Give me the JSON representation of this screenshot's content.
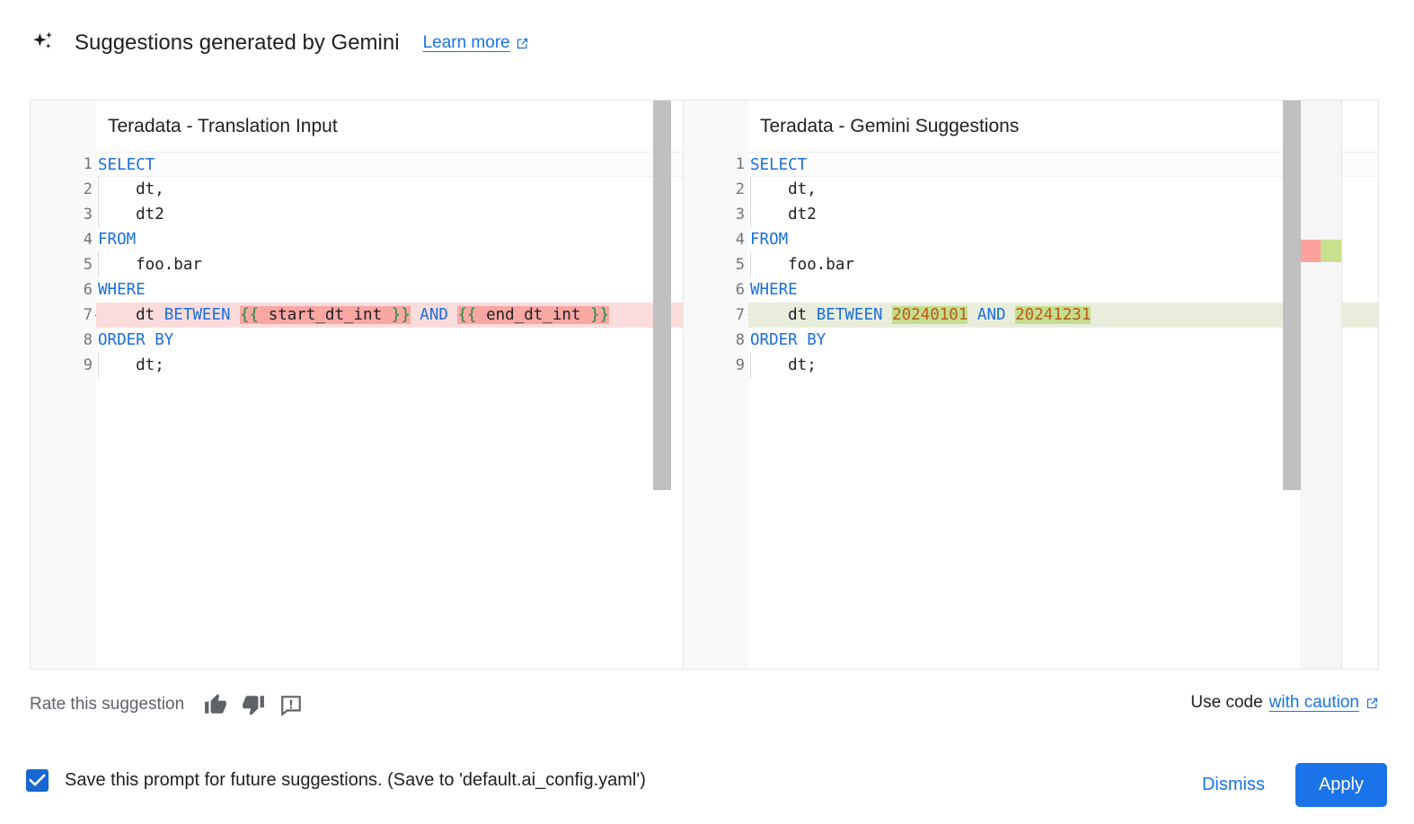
{
  "header": {
    "icon": "sparkle-icon",
    "title": "Suggestions generated by Gemini",
    "learn_more": "Learn more",
    "external_icon": "external-link-icon"
  },
  "diff": {
    "left": {
      "title": "Teradata - Translation Input",
      "lines": [
        {
          "n": "1",
          "sign": "",
          "state": "cur",
          "tokens": [
            {
              "t": "SELECT",
              "c": "kw"
            }
          ]
        },
        {
          "n": "2",
          "sign": "",
          "state": "normal",
          "indent": true,
          "tokens": [
            {
              "t": "    dt,",
              "c": "var"
            }
          ]
        },
        {
          "n": "3",
          "sign": "",
          "state": "normal",
          "indent": true,
          "tokens": [
            {
              "t": "    dt2",
              "c": "var"
            }
          ]
        },
        {
          "n": "4",
          "sign": "",
          "state": "normal",
          "tokens": [
            {
              "t": "FROM",
              "c": "kw"
            }
          ]
        },
        {
          "n": "5",
          "sign": "",
          "state": "normal",
          "indent": true,
          "tokens": [
            {
              "t": "    foo.bar",
              "c": "var"
            }
          ]
        },
        {
          "n": "6",
          "sign": "",
          "state": "normal",
          "tokens": [
            {
              "t": "WHERE",
              "c": "kw"
            }
          ]
        },
        {
          "n": "7",
          "sign": "—",
          "state": "del",
          "tokens": [
            {
              "t": "    dt ",
              "c": "var"
            },
            {
              "t": "BETWEEN",
              "c": "kw"
            },
            {
              "t": " ",
              "c": "var"
            },
            {
              "t": "{{",
              "c": "brace hl-del"
            },
            {
              "t": " start_dt_int ",
              "c": "var hl-del"
            },
            {
              "t": "}}",
              "c": "brace hl-del"
            },
            {
              "t": " ",
              "c": "var"
            },
            {
              "t": "AND",
              "c": "kw"
            },
            {
              "t": " ",
              "c": "var"
            },
            {
              "t": "{{",
              "c": "brace hl-del"
            },
            {
              "t": " end_dt_int ",
              "c": "var hl-del"
            },
            {
              "t": "}}",
              "c": "brace hl-del"
            }
          ]
        },
        {
          "n": "8",
          "sign": "",
          "state": "normal",
          "tokens": [
            {
              "t": "ORDER BY",
              "c": "kw"
            }
          ]
        },
        {
          "n": "9",
          "sign": "",
          "state": "normal",
          "indent": true,
          "tokens": [
            {
              "t": "    dt;",
              "c": "var"
            }
          ]
        }
      ]
    },
    "right": {
      "title": "Teradata - Gemini Suggestions",
      "lines": [
        {
          "n": "1",
          "sign": "",
          "state": "cur",
          "tokens": [
            {
              "t": "SELECT",
              "c": "kw"
            }
          ]
        },
        {
          "n": "2",
          "sign": "",
          "state": "normal",
          "indent": true,
          "tokens": [
            {
              "t": "    dt,",
              "c": "var"
            }
          ]
        },
        {
          "n": "3",
          "sign": "",
          "state": "normal",
          "indent": true,
          "tokens": [
            {
              "t": "    dt2",
              "c": "var"
            }
          ]
        },
        {
          "n": "4",
          "sign": "",
          "state": "normal",
          "tokens": [
            {
              "t": "FROM",
              "c": "kw"
            }
          ]
        },
        {
          "n": "5",
          "sign": "",
          "state": "normal",
          "indent": true,
          "tokens": [
            {
              "t": "    foo.bar",
              "c": "var"
            }
          ]
        },
        {
          "n": "6",
          "sign": "",
          "state": "normal",
          "tokens": [
            {
              "t": "WHERE",
              "c": "kw"
            }
          ]
        },
        {
          "n": "7",
          "sign": "+",
          "state": "add",
          "tokens": [
            {
              "t": "    dt ",
              "c": "var"
            },
            {
              "t": "BETWEEN",
              "c": "kw"
            },
            {
              "t": " ",
              "c": "var"
            },
            {
              "t": "20240101",
              "c": "num hl-add"
            },
            {
              "t": " ",
              "c": "var"
            },
            {
              "t": "AND",
              "c": "kw"
            },
            {
              "t": " ",
              "c": "var"
            },
            {
              "t": "20241231",
              "c": "num hl-add"
            }
          ]
        },
        {
          "n": "8",
          "sign": "",
          "state": "normal",
          "tokens": [
            {
              "t": "ORDER BY",
              "c": "kw"
            }
          ]
        },
        {
          "n": "9",
          "sign": "",
          "state": "normal",
          "indent": true,
          "tokens": [
            {
              "t": "    dt;",
              "c": "var"
            }
          ]
        }
      ]
    }
  },
  "rate": {
    "label": "Rate this suggestion",
    "icons": [
      "thumb-up-icon",
      "thumb-down-icon",
      "report-feedback-icon"
    ]
  },
  "use_code": {
    "prefix": "Use code",
    "link": "with caution",
    "external_icon": "external-link-icon"
  },
  "footer": {
    "save_checkbox_checked": true,
    "save_label": "Save this prompt for future suggestions. (Save to 'default.ai_config.yaml')",
    "dismiss_label": "Dismiss",
    "apply_label": "Apply"
  },
  "colors": {
    "accent_blue": "#1a73e8",
    "checkbox_blue": "#1967d2",
    "keyword_blue": "#1a6fe0",
    "number_orange": "#b85c18",
    "brace_green": "#1e8e3e",
    "diff_del_bg": "#fbdcdc",
    "diff_del_hl": "#f9a7a3",
    "diff_add_bg": "#e9eedc",
    "diff_add_hl": "#c5dd8f",
    "overview_del": "#fda19c",
    "overview_add": "#c9e08e"
  }
}
